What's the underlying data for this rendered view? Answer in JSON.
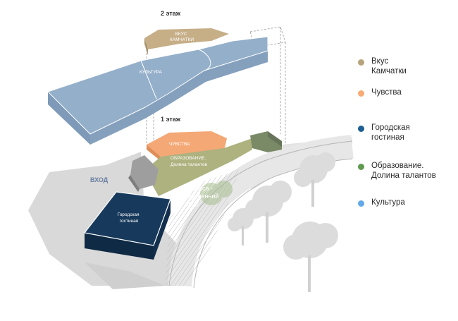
{
  "floors": {
    "floor2": "2 этаж",
    "floor1": "1 этаж"
  },
  "entrance": "ВХОД",
  "blocks": {
    "taste": "ВКУС\nКАМЧАТКИ",
    "culture": "КУЛЬТУРА",
    "feelings": "ЧУВСТВА",
    "education": "ОБРАЗОВАНИЕ.\nДолина талантов",
    "living_room": "Городская\nгостиная",
    "terrace": "Терраса -\nвнутренний\nдвор"
  },
  "legend": [
    {
      "label": "Вкус\nКамчатки",
      "color": "#b8a47c"
    },
    {
      "label": "Чувства",
      "color": "#f6ac74"
    },
    {
      "label": "Городская\nгостиная",
      "color": "#1d5f92"
    },
    {
      "label": "Образование.\nДолина талантов",
      "color": "#5f9a4e"
    },
    {
      "label": "Культура",
      "color": "#63a9e8"
    }
  ],
  "colors": {
    "culture_block": "#94afca",
    "taste_block": "#c6ae87",
    "feelings_block": "#f4a876",
    "education_block": "#aab07c",
    "living_room_block": "#173a5c",
    "ground": "#d6d6d6"
  }
}
